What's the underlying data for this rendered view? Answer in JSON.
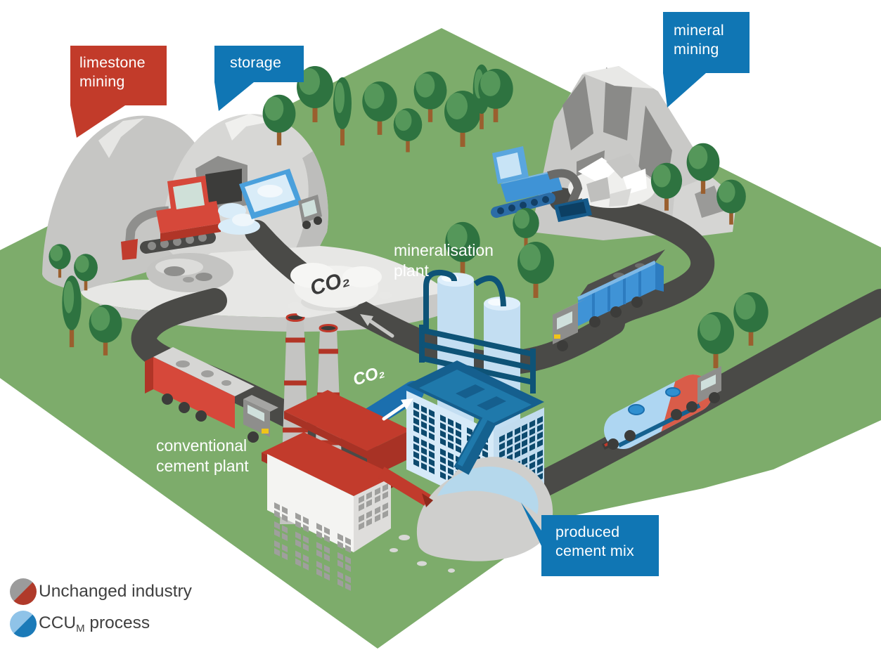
{
  "callouts": {
    "limestone_mining": {
      "lines": [
        "limestone",
        "mining"
      ]
    },
    "storage": {
      "lines": [
        "storage"
      ]
    },
    "mineral_mining": {
      "lines": [
        "mineral",
        "mining"
      ]
    },
    "produced_cement_mix": {
      "lines": [
        "produced",
        "cement mix"
      ]
    }
  },
  "scene_labels": {
    "mineralisation_plant": {
      "lines": [
        "mineralisation",
        "plant"
      ]
    },
    "conventional_cement_plant": {
      "lines": [
        "conventional",
        "cement plant"
      ]
    }
  },
  "flow_labels": {
    "co2_cloud": "CO₂",
    "co2_pipe": "CO₂"
  },
  "legend": {
    "items": [
      {
        "label": "Unchanged industry",
        "swatch_colors": [
          "#9b9b9b",
          "#b03a2a"
        ]
      },
      {
        "label_prefix": "CCU",
        "label_sub": "M",
        "label_suffix": " process",
        "swatch_colors": [
          "#8fc3e8",
          "#1b7ab8"
        ]
      }
    ]
  },
  "colors": {
    "field_green": "#7dac6b",
    "road_gray": "#4a4a47",
    "callout_red": "#c23b2a",
    "callout_blue": "#1076b4",
    "co2_pipe_blue": "#1b6fae",
    "mineralisation_blue": "#1a6fa2",
    "cement_red": "#c23b2c"
  }
}
